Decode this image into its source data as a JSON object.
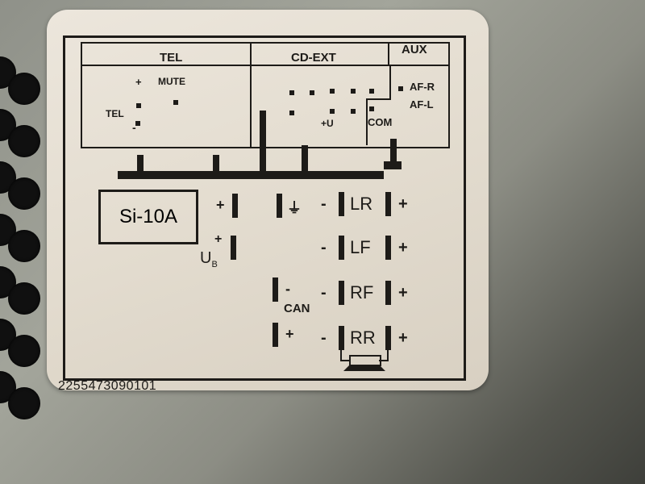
{
  "scene": "Wiring label sticker on car radio metal casing",
  "sticker": {
    "top_connector": {
      "sections": [
        {
          "title": "TEL",
          "labels": {
            "plus": "+",
            "mute": "MUTE",
            "tel": "TEL",
            "minus": "-"
          }
        },
        {
          "title": "CD-EXT",
          "labels": {
            "ub": "+U",
            "com": "COM"
          }
        },
        {
          "title": "AUX",
          "labels": {
            "afr": "AF-R",
            "afl": "AF-L"
          }
        }
      ]
    },
    "fuse": {
      "label": "Si-10A"
    },
    "power": {
      "plus1": "+",
      "plus2": "+",
      "ub": "U",
      "ub_sub": "B"
    },
    "ground_symbol": "⏚",
    "can": {
      "label": "CAN",
      "minus": "-",
      "plus": "+"
    },
    "speakers": [
      {
        "name": "LR",
        "neg": "-",
        "pos": "+"
      },
      {
        "name": "LF",
        "neg": "-",
        "pos": "+"
      },
      {
        "name": "RF",
        "neg": "-",
        "pos": "+"
      },
      {
        "name": "RR",
        "neg": "-",
        "pos": "+"
      }
    ],
    "serial_number": "2255473090101"
  }
}
